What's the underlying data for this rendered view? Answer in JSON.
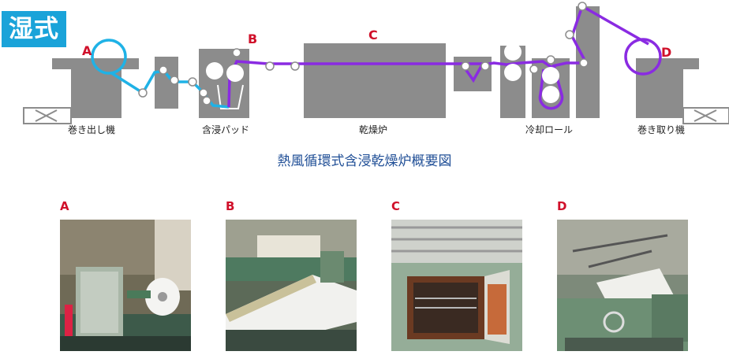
{
  "badge": "湿式",
  "caption": "熱風循環式含浸乾燥炉概要図",
  "stations": {
    "unwinder": "巻き出し機",
    "impregnation_pad": "含浸パッド",
    "dryer": "乾燥炉",
    "cooling_roll": "冷却ロール",
    "winder": "巻き取り機"
  },
  "points": {
    "A": "A",
    "B": "B",
    "C": "C",
    "D": "D"
  },
  "photos": [
    {
      "label": "A",
      "subject": "unwinder machine with paper roll"
    },
    {
      "label": "B",
      "subject": "impregnation pad with web"
    },
    {
      "label": "C",
      "subject": "drying oven door opened"
    },
    {
      "label": "D",
      "subject": "winder machine"
    }
  ],
  "colors": {
    "unimpregnated_web": "#1fb2e6",
    "impregnated_web": "#8a2be2",
    "machine": "#8c8c8c",
    "point_label": "#d0102a",
    "caption": "#1f4e96",
    "badge": "#1aa3d9"
  }
}
